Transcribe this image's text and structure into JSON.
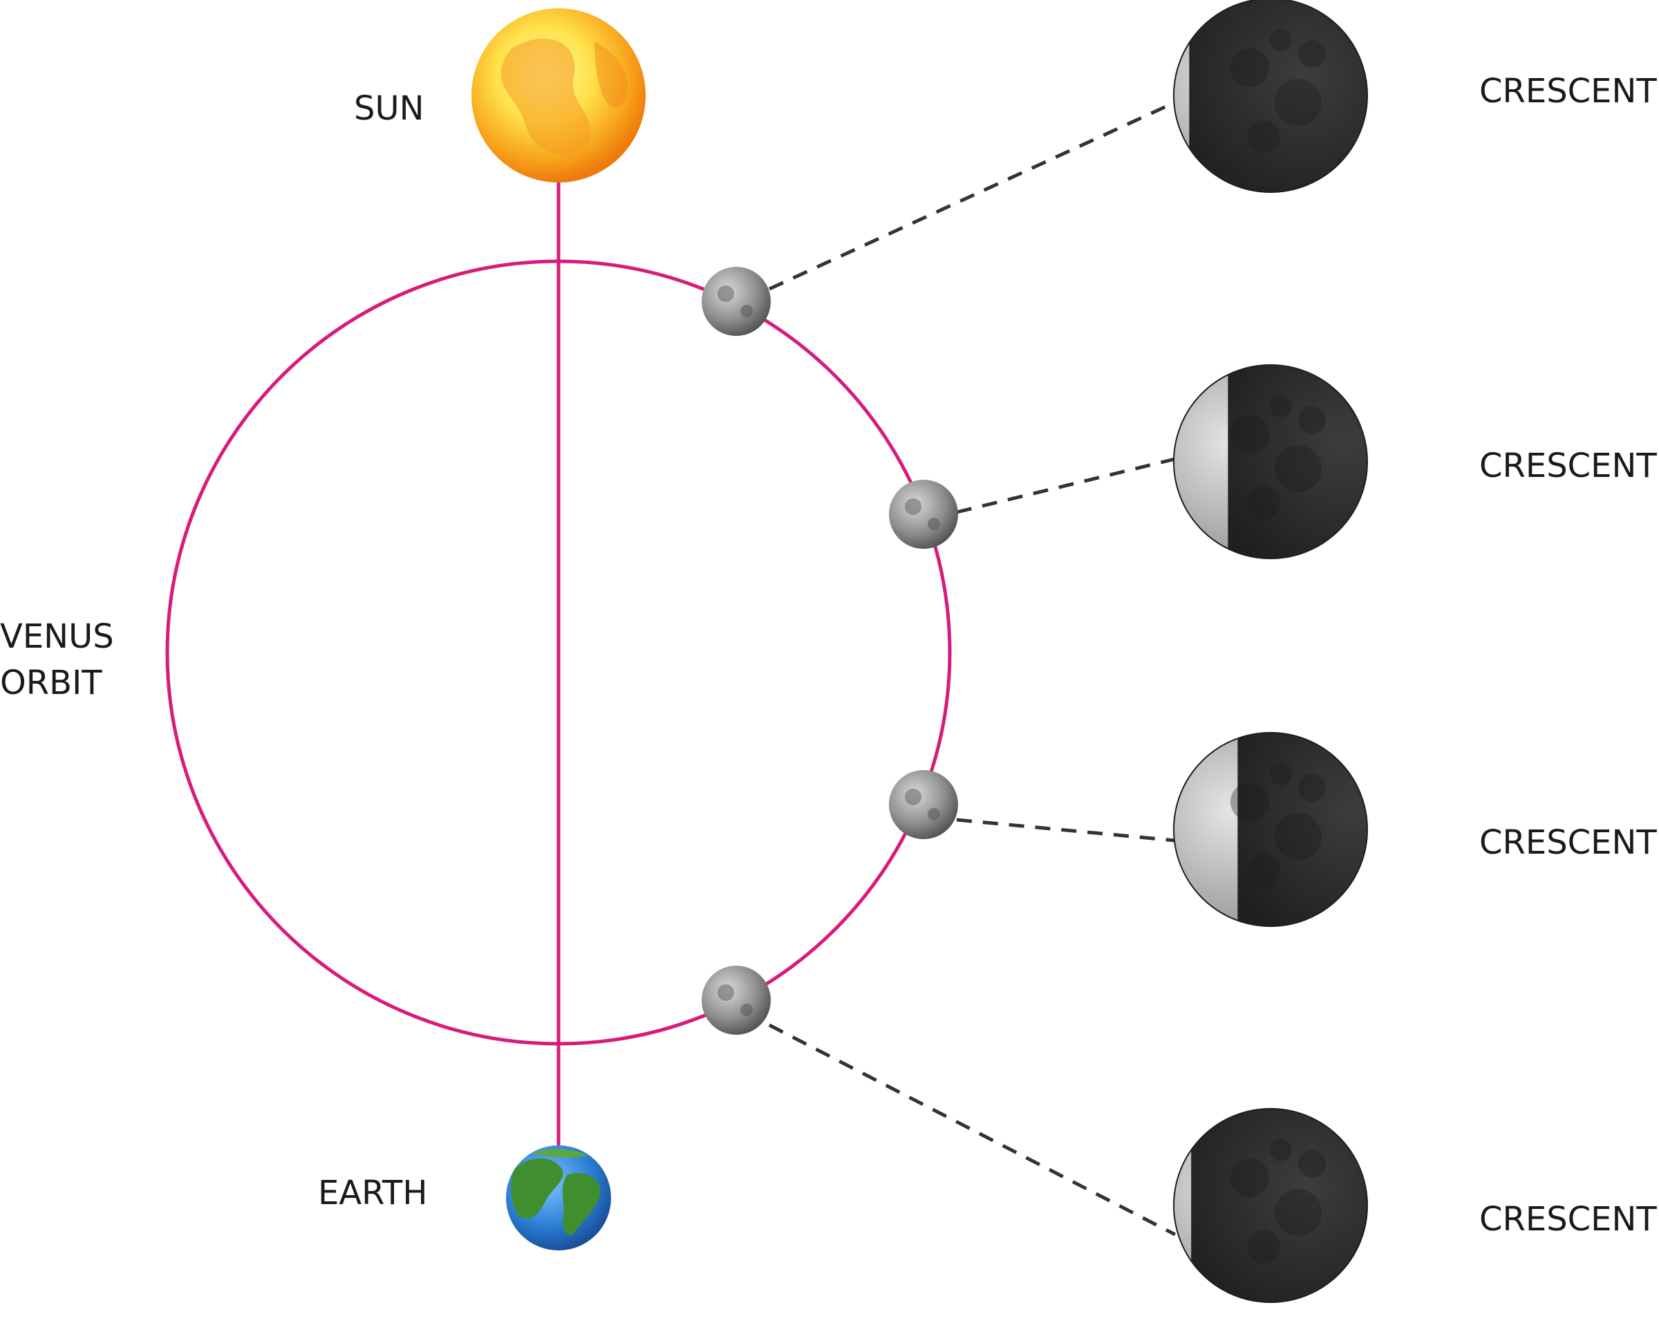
{
  "labels": {
    "sun": "SUN",
    "earth": "EARTH",
    "orbit_line1": "VENUS",
    "orbit_line2": "ORBIT"
  },
  "phases": [
    {
      "label": "CRESCENT",
      "lit_fraction": 0.08
    },
    {
      "label": "CRESCENT",
      "lit_fraction": 0.28
    },
    {
      "label": "CRESCENT",
      "lit_fraction": 0.33
    },
    {
      "label": "CRESCENT",
      "lit_fraction": 0.09
    }
  ],
  "colors": {
    "orbit": "#d81b7b",
    "connector": "#333333",
    "sun_core": "#ffe85c",
    "sun_edge": "#f07c0c",
    "earth_ocean": "#2b7fd6",
    "earth_land": "#3f8f2f",
    "venus_body": "#8c8c8c",
    "phase_dark": "#2b2b2b",
    "phase_lit": "#a8a8a8"
  }
}
